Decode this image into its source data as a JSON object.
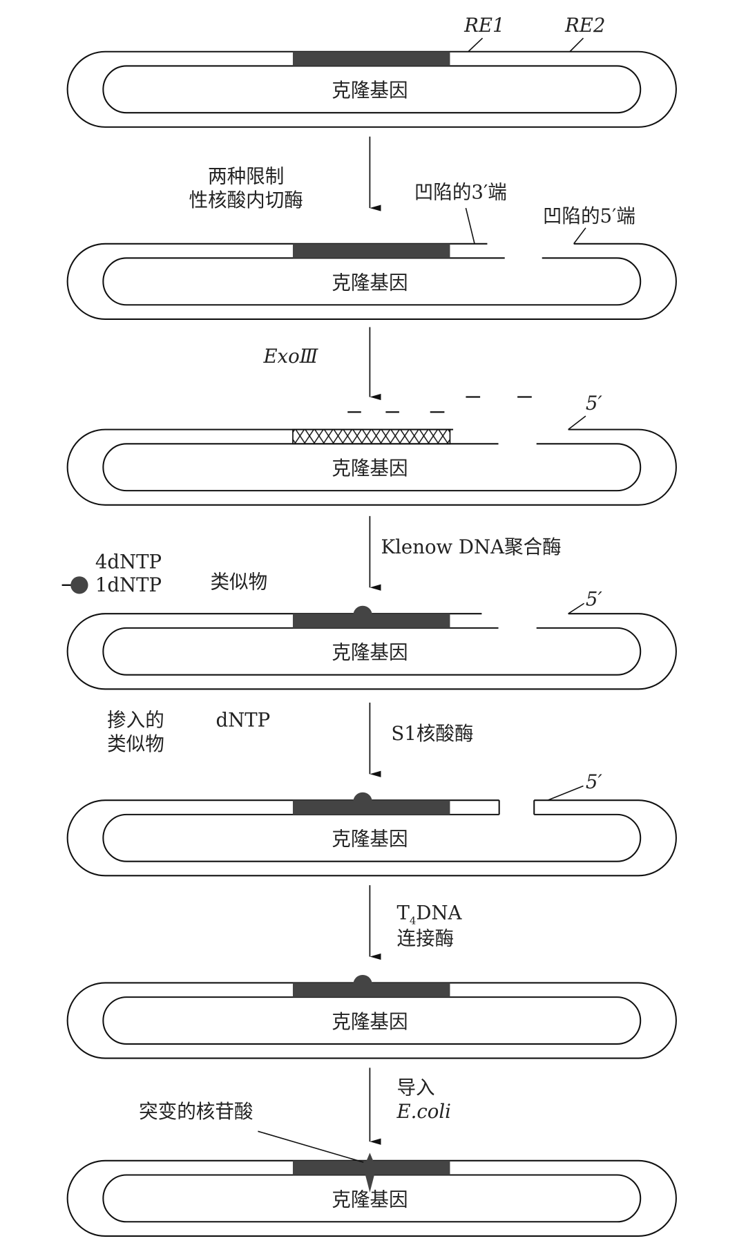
{
  "gene_label": "克隆基因",
  "colors": {
    "line": "#111111",
    "gene_bar": "#444444",
    "background": "#ffffff"
  },
  "sites": {
    "re1": "RE1",
    "re2": "RE2"
  },
  "step1": {
    "enzyme_line1": "两种限制",
    "enzyme_line2": "性核酸内切酶",
    "recessed_3": "凹陷的3′端",
    "recessed_5": "凹陷的5′端"
  },
  "step2": {
    "enzyme": "ExoⅢ",
    "five_prime": "5′"
  },
  "step3": {
    "enzyme": "Klenow DNA聚合酶",
    "dntp4": "4dNTP",
    "dntp1": "1dNTP",
    "analog": "类似物",
    "five_prime": "5′"
  },
  "step4": {
    "incorporated_line1": "掺入的",
    "incorporated_line2": "类似物",
    "dntp": "dNTP",
    "enzyme": "S1核酸酶",
    "five_prime": "5′"
  },
  "step5": {
    "t4_prefix": "T",
    "t4_sub": "4",
    "t4_suffix": "DNA",
    "enzyme_line2": "连接酶"
  },
  "step6": {
    "transform_line1": "导入",
    "transform_line2": "E.coli",
    "mutant": "突变的核苷酸"
  }
}
